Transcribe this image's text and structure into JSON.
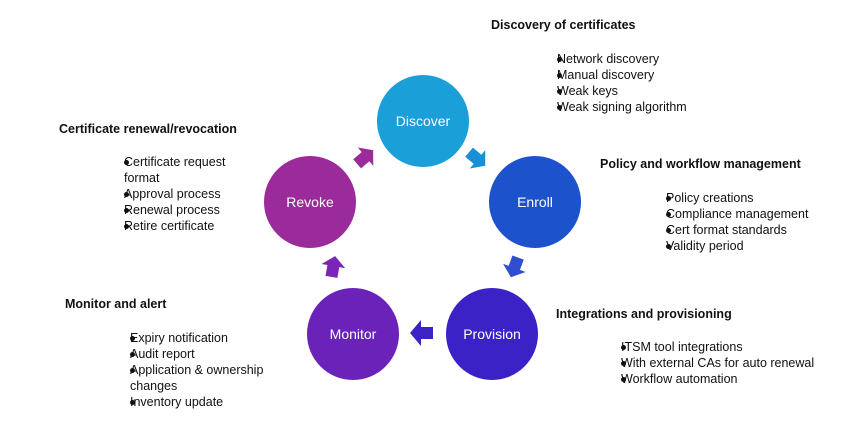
{
  "nodes": {
    "discover": {
      "label": "Discover",
      "color": "#1b9fd9"
    },
    "enroll": {
      "label": "Enroll",
      "color": "#1c52cc"
    },
    "provision": {
      "label": "Provision",
      "color": "#3a22c7"
    },
    "monitor": {
      "label": "Monitor",
      "color": "#6a22b9"
    },
    "revoke": {
      "label": "Revoke",
      "color": "#9b2a9a"
    }
  },
  "sections": {
    "discovery": {
      "title": "Discovery of certificates",
      "items": [
        "Network discovery",
        "Manual discovery",
        "Weak keys",
        "Weak signing algorithm"
      ]
    },
    "policy": {
      "title": "Policy and workflow management",
      "items": [
        "Policy creations",
        "Compliance management",
        "Cert format standards",
        "Validity period"
      ]
    },
    "integrations": {
      "title": "Integrations and provisioning",
      "items": [
        "ITSM tool integrations",
        "With external CAs for auto renewal",
        "Workflow automation"
      ]
    },
    "monitor": {
      "title": "Monitor and alert",
      "items": [
        "Expiry notification",
        "Audit report",
        "Application & ownership changes",
        "Inventory update"
      ]
    },
    "renewal": {
      "title": "Certificate renewal/revocation",
      "items": [
        "Certificate request format",
        "Approval process",
        "Renewal process",
        "Retire certificate"
      ]
    }
  },
  "arrow_colors": {
    "discover_to_enroll": "#1a8fd6",
    "enroll_to_provision": "#2f4fd0",
    "provision_to_monitor": "#3a22c7",
    "monitor_to_revoke": "#7a24b8",
    "revoke_to_discover": "#9b2a9a"
  }
}
